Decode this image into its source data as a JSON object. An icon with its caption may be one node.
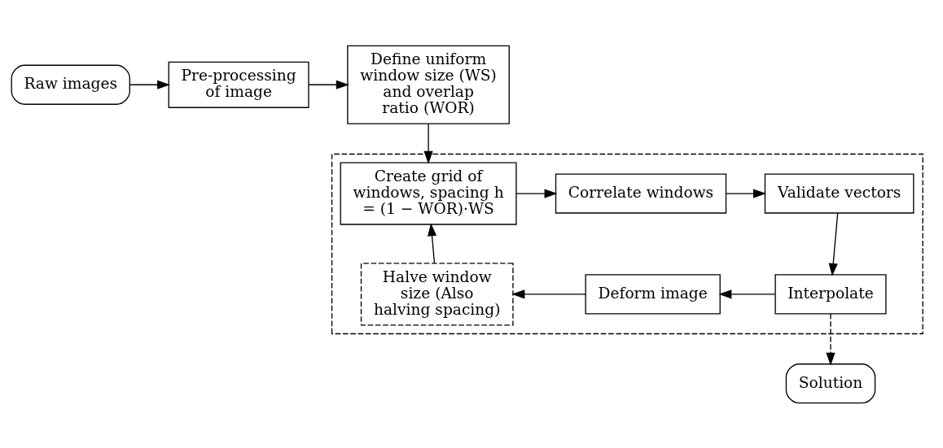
{
  "diagram": {
    "nodes": [
      {
        "text": [
          "Raw images"
        ]
      },
      {
        "text": [
          "Pre-processing of image"
        ]
      },
      {
        "text": [
          "Define uniform window size (WS) and overlap ratio (WOR)"
        ]
      },
      {
        "text": [],
        "shape": "box"
      },
      {
        "text": [
          "Create grid of windows, spacing h = (1 − WOR)·WS"
        ],
        "in": 3
      },
      {
        "text": [
          "Correlate windows"
        ],
        "in": 3
      },
      {
        "text": [
          "Validate vectors"
        ],
        "in": 3
      },
      {
        "text": [
          "Interpolate"
        ],
        "in": 3
      },
      {
        "text": [
          "Deform image"
        ],
        "in": 3
      },
      {
        "text": [
          "Halve window size (Also halving spacing)"
        ],
        "in": 3
      },
      {
        "text": [
          "Solution"
        ]
      }
    ],
    "edges": [
      {
        "from": 0,
        "to": 1,
        "arrow": "to"
      },
      {
        "from": 1,
        "to": 2,
        "arrow": "to"
      },
      {
        "from": 2,
        "to": 4,
        "arrow": "to"
      },
      {
        "from": 4,
        "to": 5,
        "arrow": "to"
      },
      {
        "from": 5,
        "to": 6,
        "arrow": "to"
      },
      {
        "from": 6,
        "to": 7,
        "arrow": "to"
      },
      {
        "from": 7,
        "to": 8,
        "arrow": "to"
      },
      {
        "from": 8,
        "to": 9,
        "arrow": "to"
      },
      {
        "from": 9,
        "to": 4,
        "arrow": "to"
      },
      {
        "from": 7,
        "to": 10,
        "arrow": "to",
        "style": "dashed"
      }
    ]
  }
}
